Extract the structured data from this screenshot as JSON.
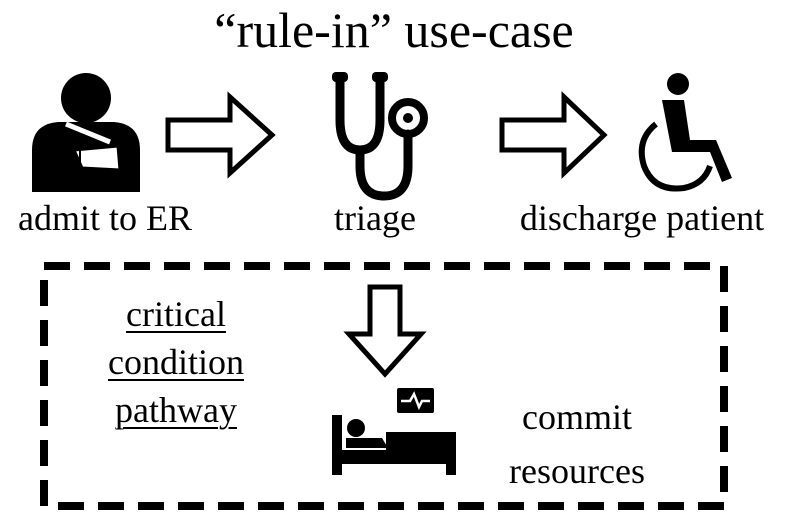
{
  "title": "“rule-in” use-case",
  "steps": [
    {
      "label": "admit to ER",
      "icon": "injured-person-icon"
    },
    {
      "label": "triage",
      "icon": "stethoscope-icon"
    },
    {
      "label": "discharge patient",
      "icon": "wheelchair-icon"
    }
  ],
  "pathway": {
    "label_lines": [
      "critical",
      "condition",
      "pathway"
    ],
    "action_lines": [
      "commit",
      "resources"
    ],
    "icon": "hospital-bed-monitor-icon"
  },
  "colors": {
    "ink": "#000000",
    "background": "#ffffff"
  }
}
